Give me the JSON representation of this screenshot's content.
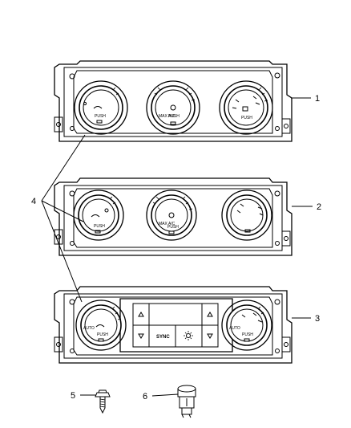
{
  "callouts": {
    "c1": "1",
    "c2": "2",
    "c3": "3",
    "c4": "4",
    "c5": "5",
    "c6": "6"
  },
  "panel1": {
    "left_knob_label": "PUSH",
    "center_knob_label": "PUSH",
    "center_knob_side": "MAX A/C",
    "right_knob_label": "PUSH"
  },
  "panel2": {
    "left_knob_label": "PUSH",
    "center_knob_label": "PUSH",
    "center_knob_side": "MAX A/C"
  },
  "panel3": {
    "left_knob_label": "PUSH",
    "left_knob_auto": "AUTO",
    "right_knob_label": "PUSH",
    "right_knob_auto": "AUTO",
    "sync_label": "SYNC"
  }
}
